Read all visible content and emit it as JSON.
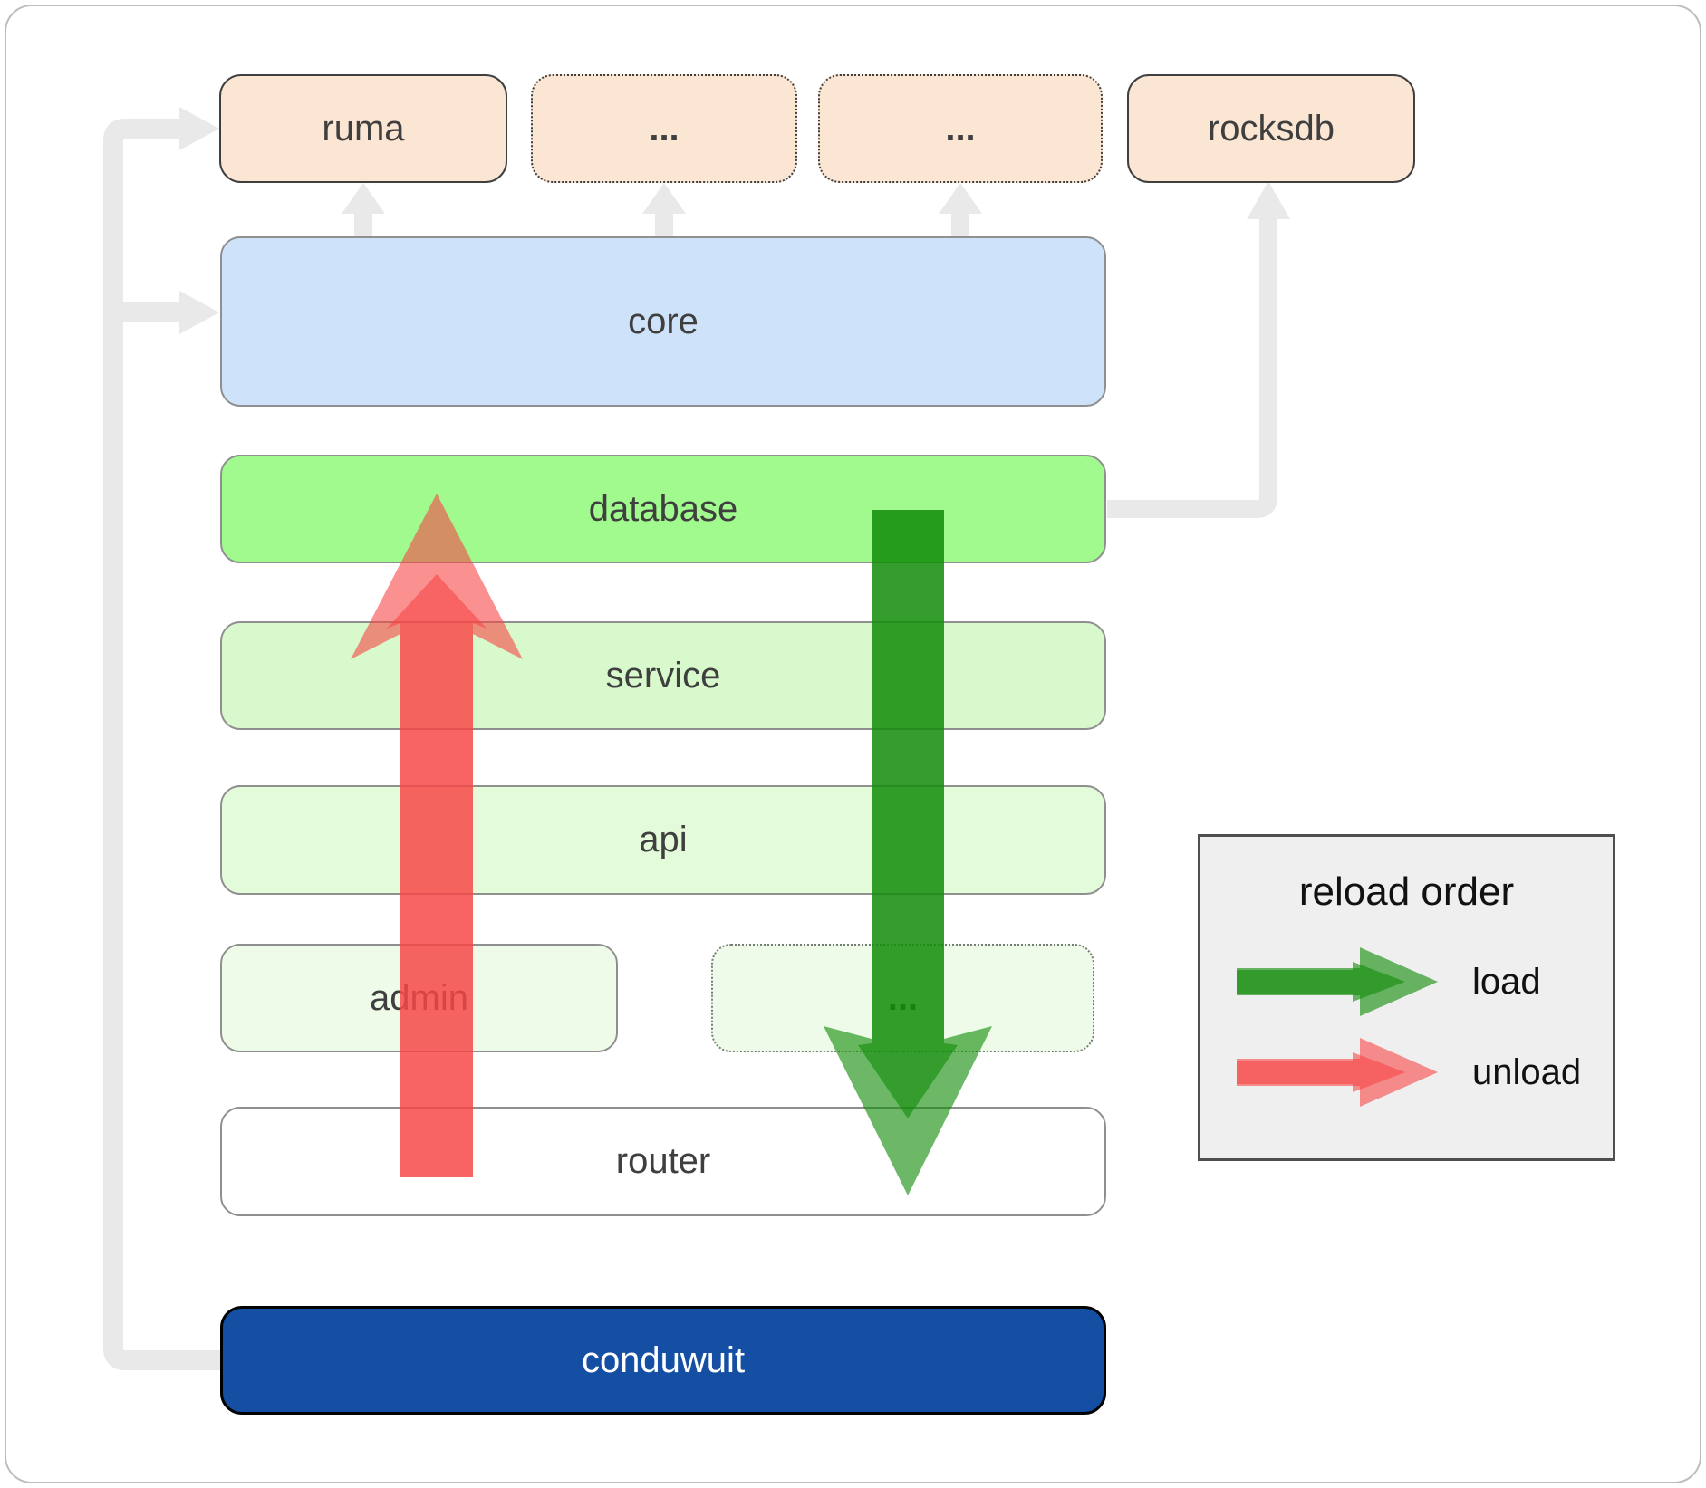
{
  "boxes": {
    "ruma": "ruma",
    "dots1": "...",
    "dots2": "...",
    "rocksdb": "rocksdb",
    "core": "core",
    "database": "database",
    "service": "service",
    "api": "api",
    "admin": "admin",
    "dots3": "...",
    "router": "router",
    "conduwuit": "conduwuit"
  },
  "legend": {
    "title": "reload order",
    "load": "load",
    "unload": "unload"
  },
  "colors": {
    "load_arrow_green": "#128c0a",
    "unload_arrow_red": "#f74646",
    "connector_gray": "#e9e9e9",
    "conduwuit_blue": "#144fa3",
    "core_blue": "#cee3f9",
    "database_green": "#a0fa8e",
    "service_green": "#d7f9cb",
    "api_green": "#e3fbd9",
    "admin_green": "#eefbe8",
    "module_peach": "#fbe5d3",
    "legend_bg": "#efefef"
  }
}
